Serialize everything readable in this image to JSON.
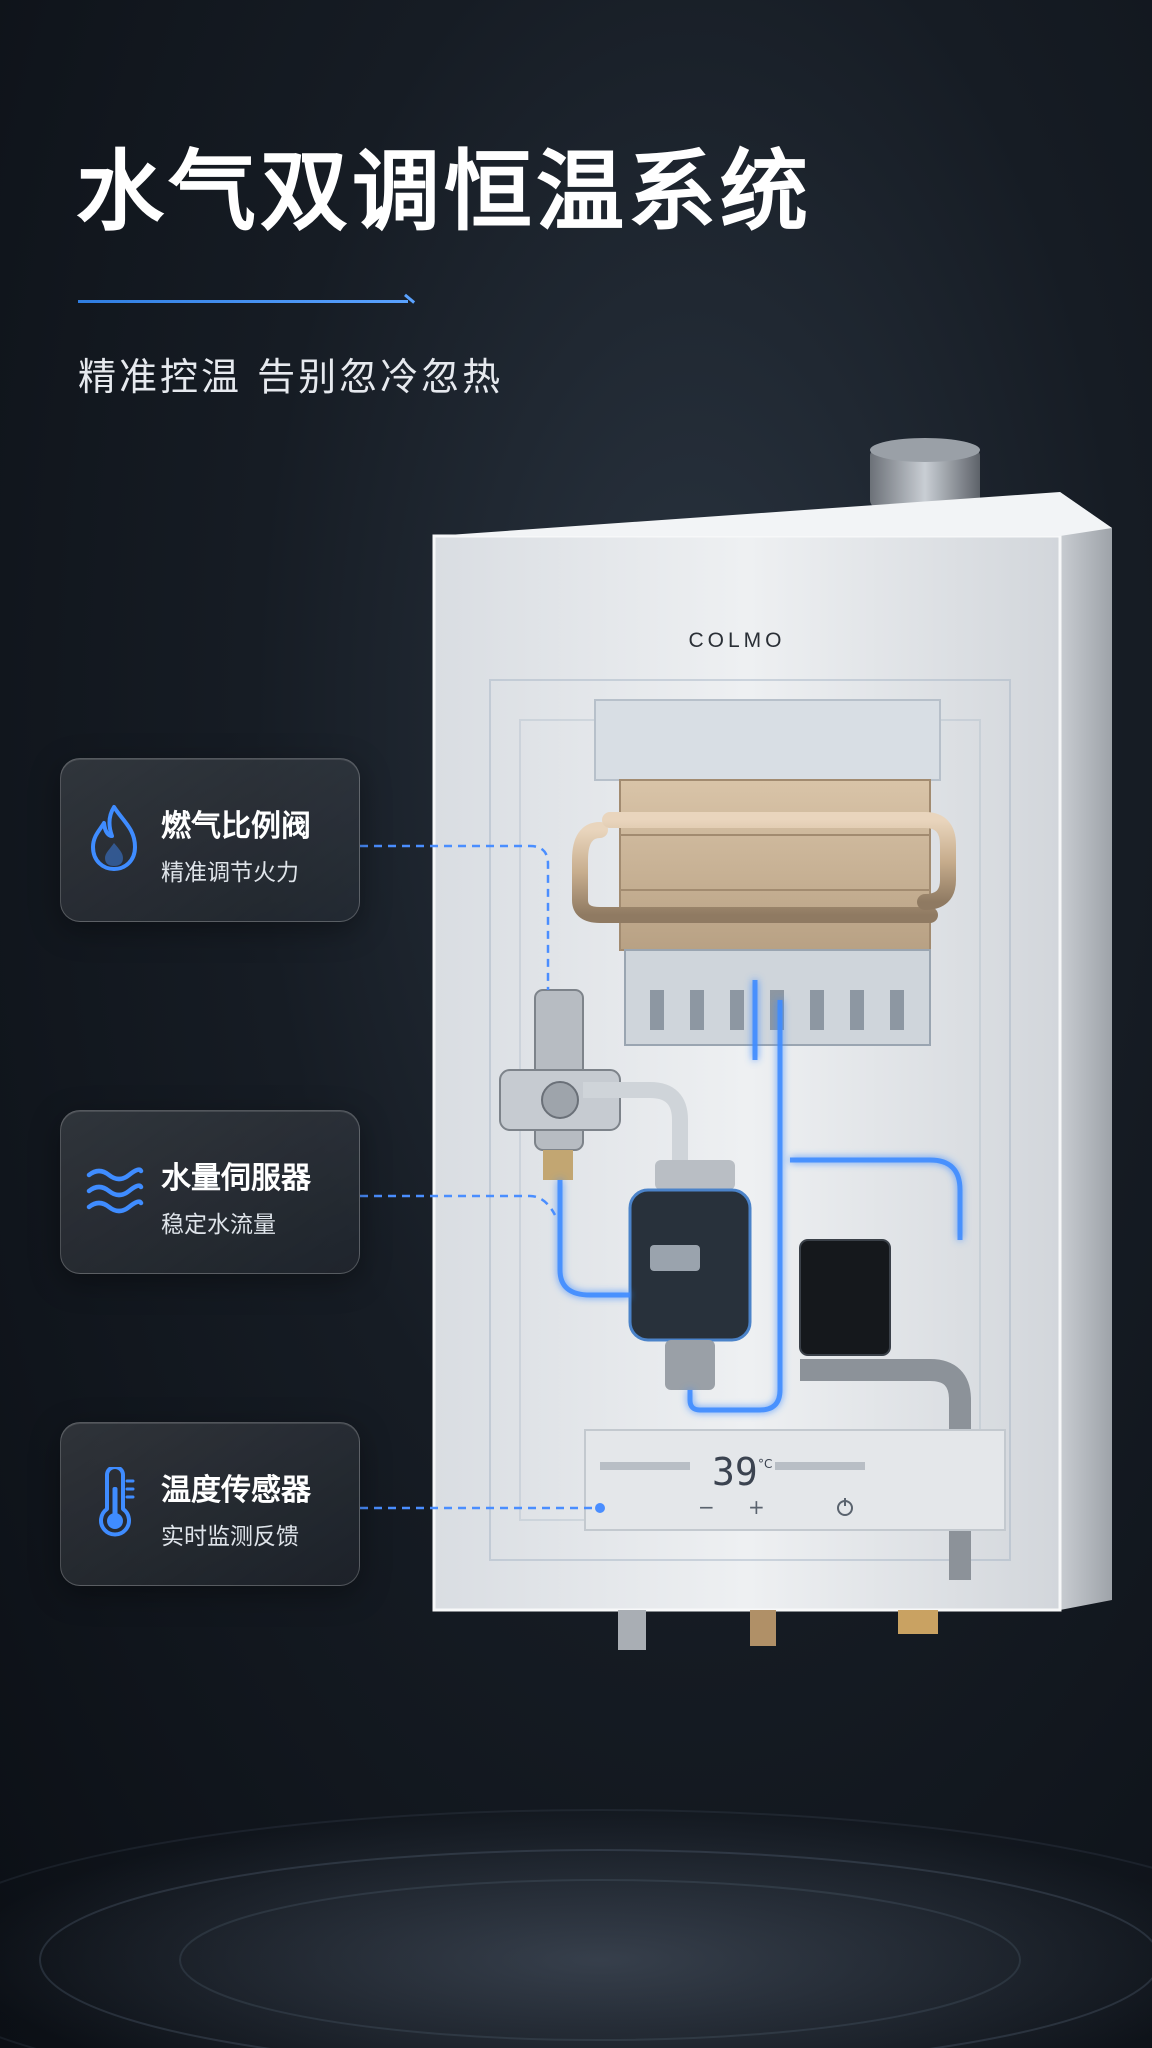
{
  "header": {
    "title": "水气双调恒温系统",
    "subtitle": "精准控温 告别忽冷忽热"
  },
  "product": {
    "brand": "COLMO",
    "display_temp": "39",
    "display_unit": "°C"
  },
  "features": [
    {
      "title": "燃气比例阀",
      "desc": "精准调节火力",
      "icon": "flame-icon"
    },
    {
      "title": "水量伺服器",
      "desc": "稳定水流量",
      "icon": "water-waves-icon"
    },
    {
      "title": "温度传感器",
      "desc": "实时监测反馈",
      "icon": "thermometer-icon"
    }
  ],
  "colors": {
    "accent": "#3f8cff",
    "background": "#111720",
    "heater_body": "#e9ecef"
  }
}
